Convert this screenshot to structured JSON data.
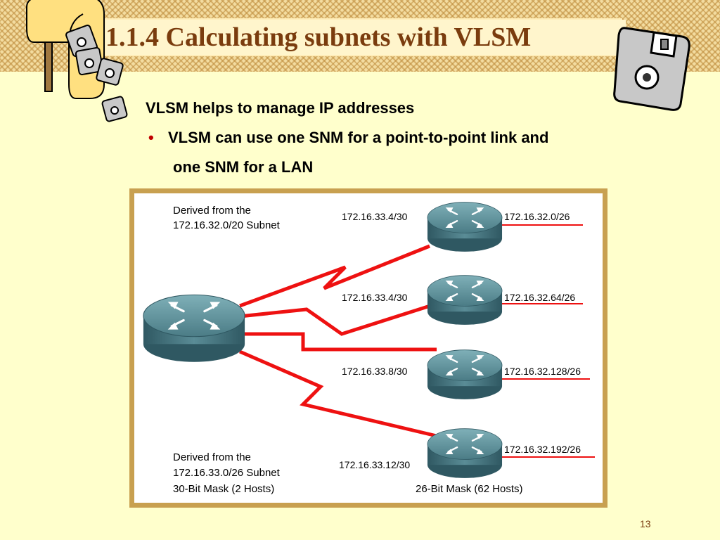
{
  "slide": {
    "title": "1.1.4 Calculating subnets with VLSM",
    "heading": "VLSM helps to manage IP addresses",
    "bullet_marker": "•",
    "bullet_line1": "VLSM can use one SNM for a point-to-point link and",
    "bullet_line2": "one SNM for a LAN",
    "page_number": "13"
  },
  "diagram": {
    "top_caption_line1": "Derived from the",
    "top_caption_line2": "172.16.32.0/20 Subnet",
    "bottom_caption_line1": "Derived from the",
    "bottom_caption_line2": "172.16.33.0/26 Subnet",
    "bottom_caption_line3": "30-Bit Mask (2 Hosts)",
    "right_caption": "26-Bit Mask (62 Hosts)",
    "wan_links": [
      "172.16.33.4/30",
      "172.16.33.4/30",
      "172.16.33.8/30",
      "172.16.33.12/30"
    ],
    "lan_subnets": [
      "172.16.32.0/26",
      "172.16.32.64/26",
      "172.16.32.128/26",
      "172.16.32.192/26"
    ],
    "colors": {
      "link": "#ee1111",
      "router_top": "#5b8e98",
      "router_side": "#3e6d78",
      "frame": "#c8a050"
    }
  }
}
